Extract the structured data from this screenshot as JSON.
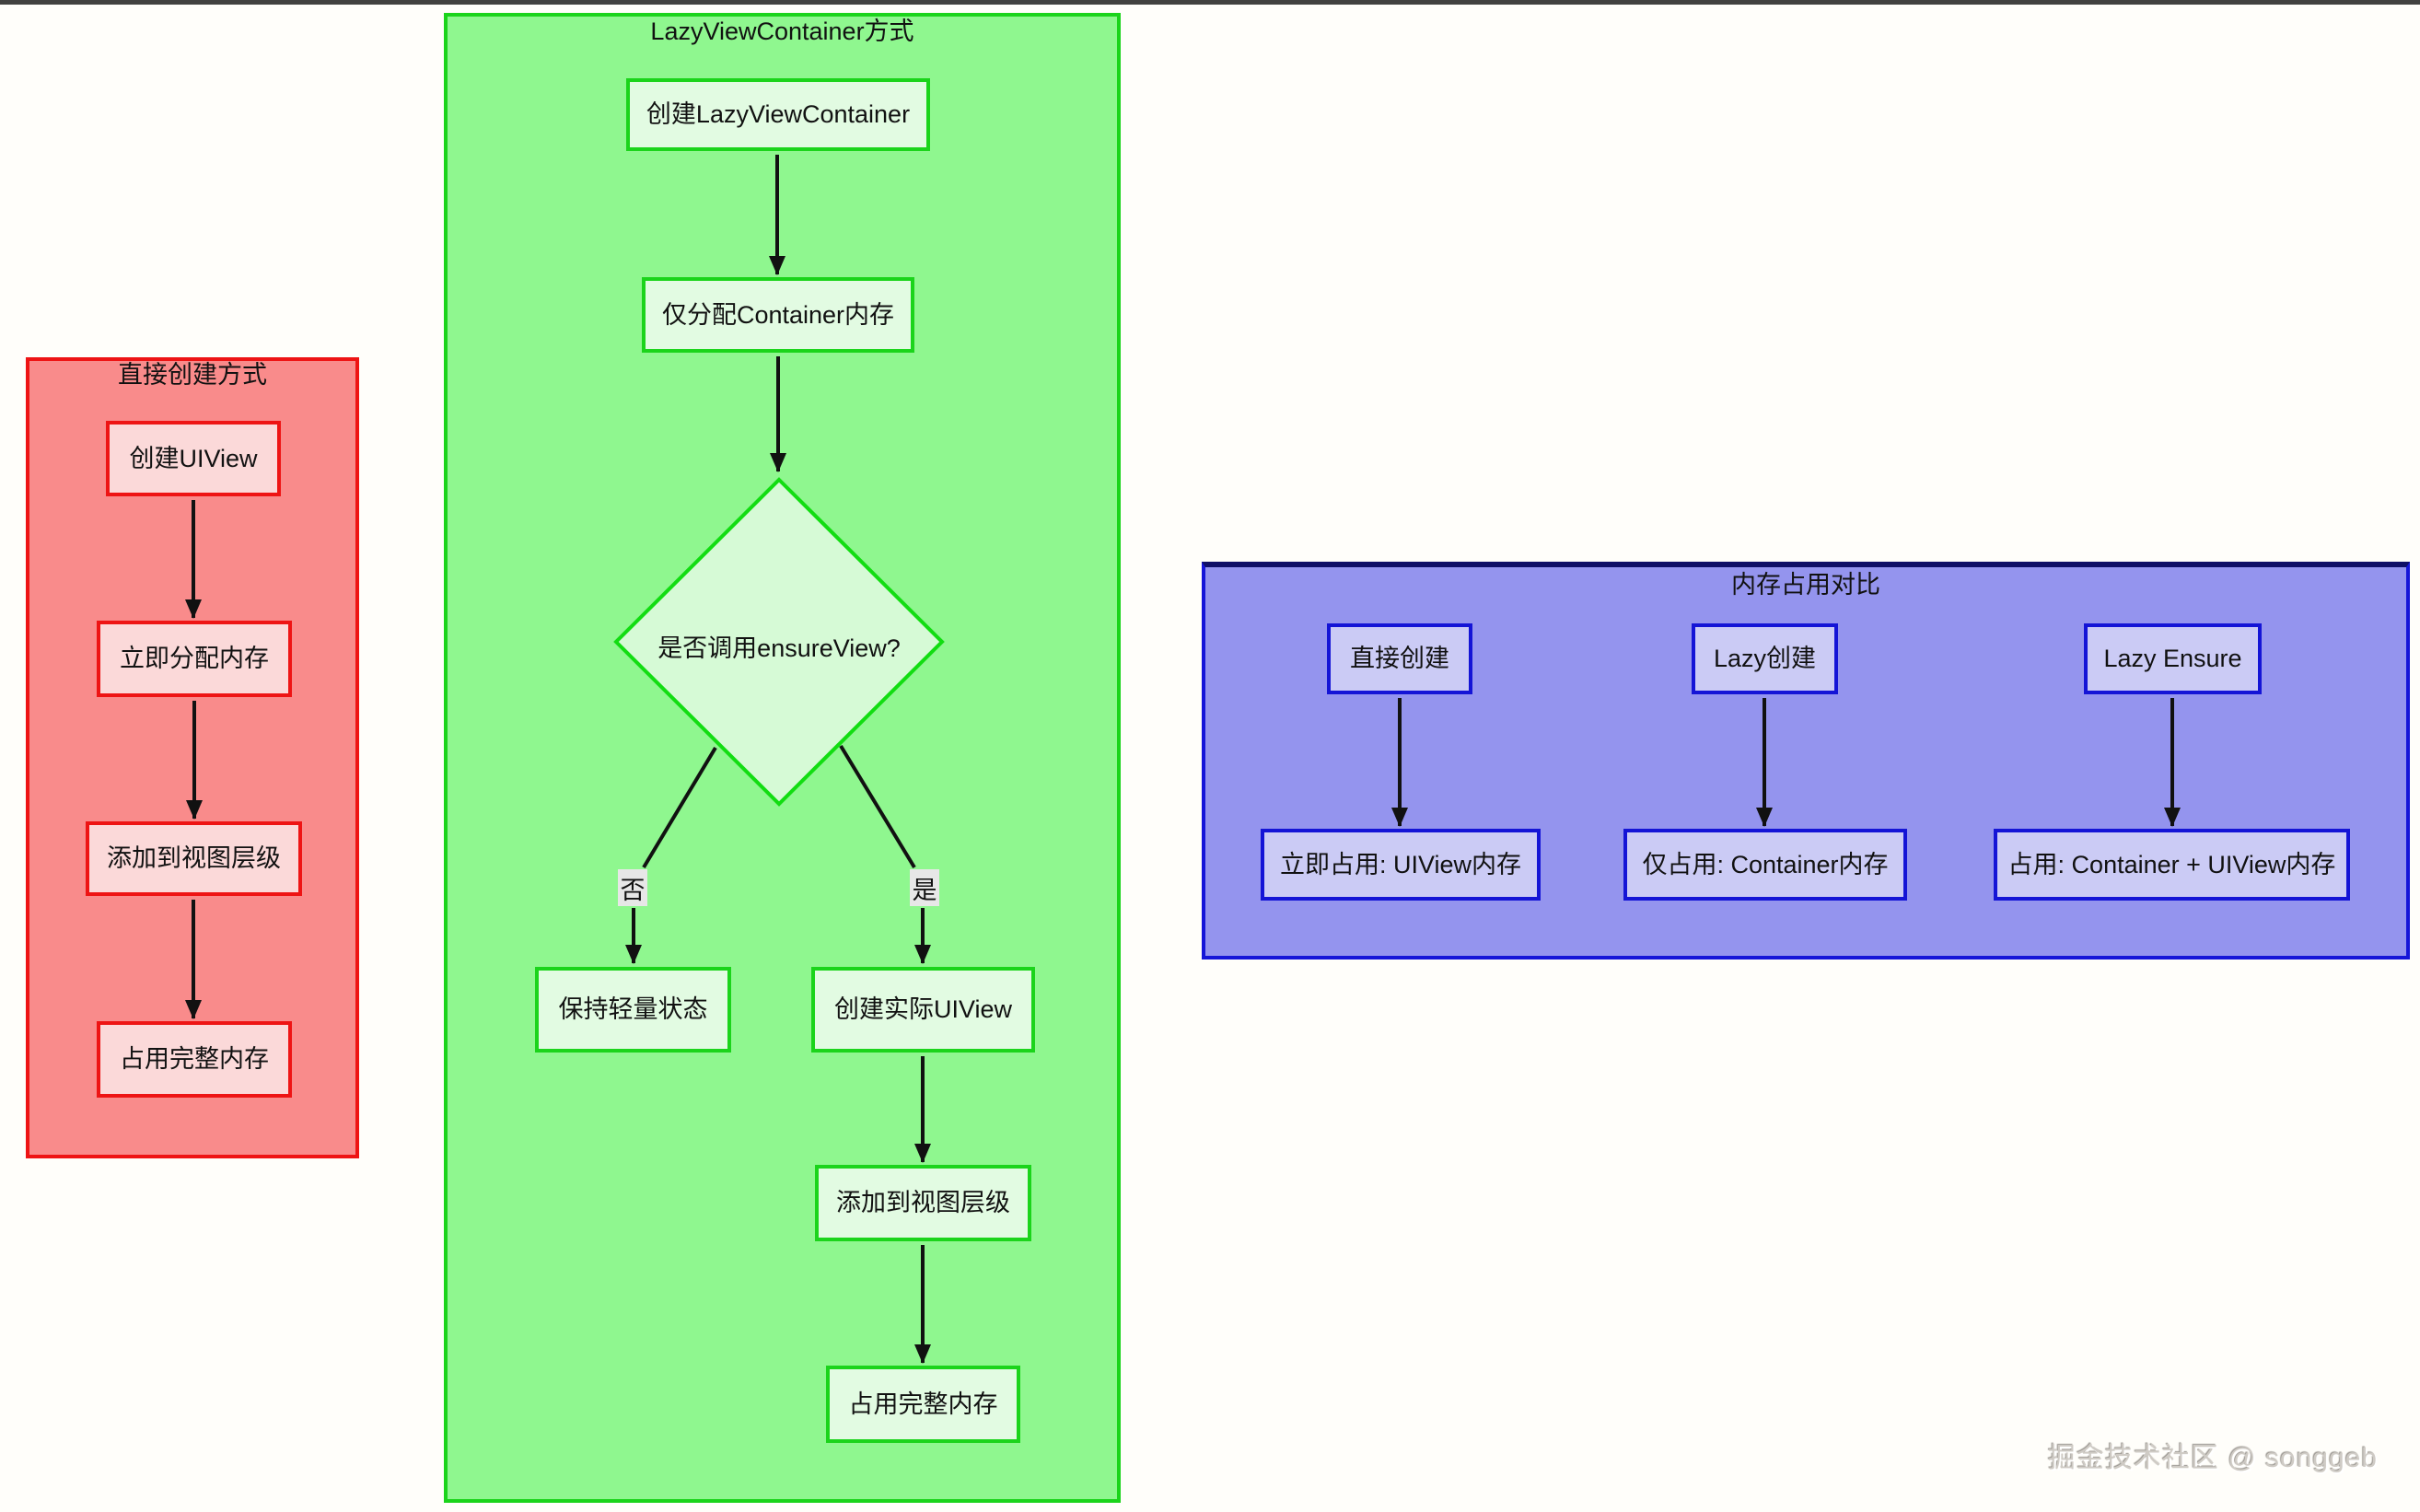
{
  "watermark": "掘金技术社区 @ songgeb",
  "colors": {
    "red_cluster_fill": "#f98b8b",
    "red_border": "#ee1414",
    "red_node_fill": "#fbd9d9",
    "green_cluster_fill": "#8ff78f",
    "green_border": "#1bd41b",
    "green_node_fill": "#e2fbe2",
    "diamond_fill": "#d6fad6",
    "blue_cluster_fill": "#9494ee",
    "blue_border": "#1414d6",
    "blue_node_fill": "#cbcbf5",
    "edge_color": "#111111",
    "edge_label_bg": "#e7e7e7"
  },
  "clusters": {
    "direct": {
      "title": "直接创建方式",
      "nodes": [
        "创建UIView",
        "立即分配内存",
        "添加到视图层级",
        "占用完整内存"
      ]
    },
    "lazy": {
      "title": "LazyViewContainer方式",
      "create": "创建LazyViewContainer",
      "alloc": "仅分配Container内存",
      "decision": "是否调用ensureView?",
      "no_label": "否",
      "yes_label": "是",
      "keep_light": "保持轻量状态",
      "create_real": "创建实际UIView",
      "add_to_hierarchy": "添加到视图层级",
      "full_memory": "占用完整内存"
    },
    "memory": {
      "title": "内存占用对比",
      "columns": [
        {
          "top": "直接创建",
          "bottom": "立即占用: UIView内存"
        },
        {
          "top": "Lazy创建",
          "bottom": "仅占用: Container内存"
        },
        {
          "top": "Lazy Ensure",
          "bottom": "占用: Container + UIView内存"
        }
      ]
    }
  }
}
